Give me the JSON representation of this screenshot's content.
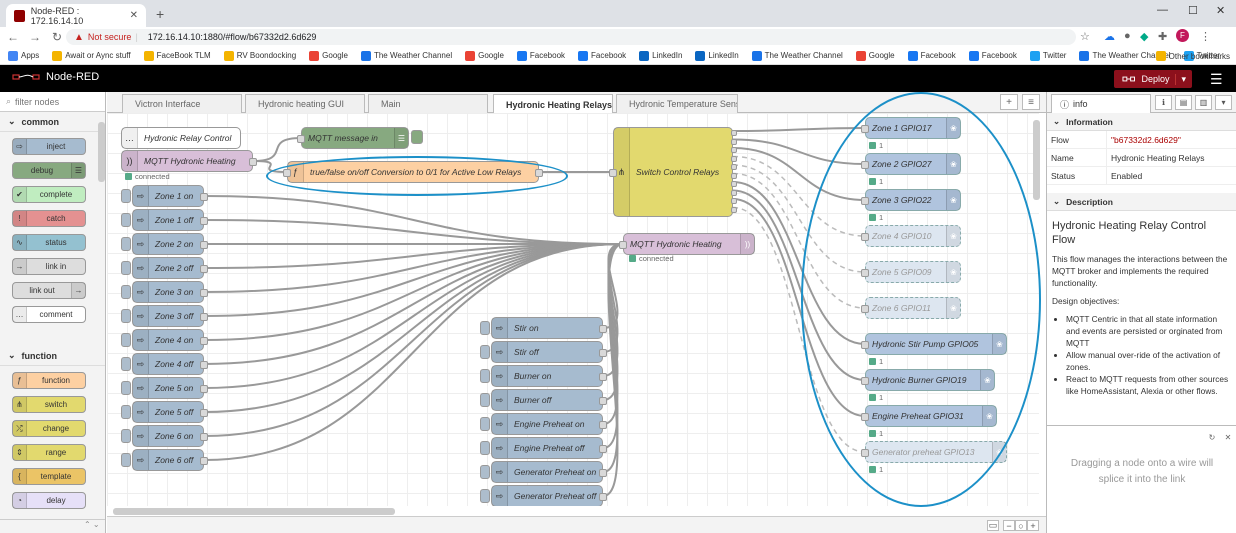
{
  "browser": {
    "tab_title": "Node-RED : 172.16.14.10",
    "security_label": "Not secure",
    "url": "172.16.14.10:1880/#flow/b67332d2.6d629",
    "avatar_letter": "F"
  },
  "bookmarks": {
    "items": [
      {
        "label": "Apps",
        "color": "#4285f4"
      },
      {
        "label": "Await or Aync stuff",
        "color": "#f4b400"
      },
      {
        "label": "FaceBook TLM",
        "color": "#f4b400"
      },
      {
        "label": "RV Boondocking",
        "color": "#f4b400"
      },
      {
        "label": "Google",
        "color": "#ea4335"
      },
      {
        "label": "The Weather Channel",
        "color": "#1a73e8"
      },
      {
        "label": "Google",
        "color": "#ea4335"
      },
      {
        "label": "Facebook",
        "color": "#1877f2"
      },
      {
        "label": "Facebook",
        "color": "#1877f2"
      },
      {
        "label": "LinkedIn",
        "color": "#0a66c2"
      },
      {
        "label": "LinkedIn",
        "color": "#0a66c2"
      },
      {
        "label": "The Weather Channel",
        "color": "#1a73e8"
      },
      {
        "label": "Google",
        "color": "#ea4335"
      },
      {
        "label": "Facebook",
        "color": "#1877f2"
      },
      {
        "label": "Facebook",
        "color": "#1877f2"
      },
      {
        "label": "Twitter",
        "color": "#1da1f2"
      },
      {
        "label": "The Weather Channel",
        "color": "#1a73e8"
      },
      {
        "label": "Twitter",
        "color": "#1da1f2"
      }
    ],
    "other": "Other bookmarks"
  },
  "header": {
    "app_name": "Node-RED",
    "deploy_label": "Deploy"
  },
  "palette": {
    "filter_placeholder": "filter nodes",
    "categories": {
      "common": "common",
      "function": "function"
    },
    "common_nodes": [
      "inject",
      "debug",
      "complete",
      "catch",
      "status",
      "link in",
      "link out",
      "comment"
    ],
    "function_nodes": [
      "function",
      "switch",
      "change",
      "range",
      "template",
      "delay"
    ]
  },
  "workspace_tabs": [
    "Victron Interface",
    "Hydronic heating GUI",
    "Main",
    "Hydronic Heating Relays",
    "Hydronic Temperature Sensor"
  ],
  "flow": {
    "comment": "Hydronic Relay Control",
    "mqtt_in_label": "MQTT Hydronic Heating",
    "mqtt_in_status": "connected",
    "debug_label": "MQTT message in",
    "function_label": "true/false on/off Conversion to 0/1 for Active Low Relays",
    "switch_label": "Switch Control Relays",
    "mqtt_out_label": "MQTT Hydronic Heating",
    "mqtt_out_status": "connected",
    "zone_injects": [
      "Zone 1 on",
      "Zone 1 off",
      "Zone 2 on",
      "Zone 2 off",
      "Zone 3 on",
      "Zone 3 off",
      "Zone 4 on",
      "Zone 4 off",
      "Zone 5 on",
      "Zone 5 off",
      "Zone 6 on",
      "Zone 6 off"
    ],
    "other_injects": [
      "Stir on",
      "Stir off",
      "Burner on",
      "Burner off",
      "Engine Preheat on",
      "Engine Preheat off",
      "Generator Preheat on",
      "Generator Preheat off"
    ],
    "gpio_outputs": [
      {
        "label": "Zone 1 GPIO17",
        "disabled": false,
        "status": "1"
      },
      {
        "label": "Zone 2 GPIO27",
        "disabled": false,
        "status": "1"
      },
      {
        "label": "Zone 3 GPIO22",
        "disabled": false,
        "status": "1"
      },
      {
        "label": "Zone 4 GPIO10",
        "disabled": true,
        "status": ""
      },
      {
        "label": "Zone 5 GPIO09",
        "disabled": true,
        "status": ""
      },
      {
        "label": "Zone 6 GPIO11",
        "disabled": true,
        "status": ""
      },
      {
        "label": "Hydronic Stir Pump GPIO05",
        "disabled": false,
        "status": "1"
      },
      {
        "label": "Hydronic Burner GPIO19",
        "disabled": false,
        "status": "1"
      },
      {
        "label": "Engine Preheat GPIO31",
        "disabled": false,
        "status": "1"
      },
      {
        "label": "Generator preheat GPIO13",
        "disabled": true,
        "status": "1"
      }
    ]
  },
  "sidebar": {
    "tab_label": "info",
    "information_header": "Information",
    "rows": [
      {
        "key": "Flow",
        "value": "\"b67332d2.6d629\""
      },
      {
        "key": "Name",
        "value": "Hydronic Heating Relays"
      },
      {
        "key": "Status",
        "value": "Enabled"
      }
    ],
    "description_header": "Description",
    "description_title": "Hydronic Heating Relay Control Flow",
    "description_p1": "This flow manages the interactions between the MQTT broker and implements the required functionality.",
    "description_p2": "Design objectives:",
    "bullets": [
      "MQTT Centric in that all state information and events are persisted or orginated from MQTT",
      "Allow manual over-ride of the activation of zones.",
      "React to MQTT requests from other sources like HomeAssistant, Alexia or other flows."
    ],
    "tip": "Dragging a node onto a wire will splice it into the link"
  },
  "colors": {
    "accent": "#8f0000",
    "highlight": "#1c90c8"
  }
}
